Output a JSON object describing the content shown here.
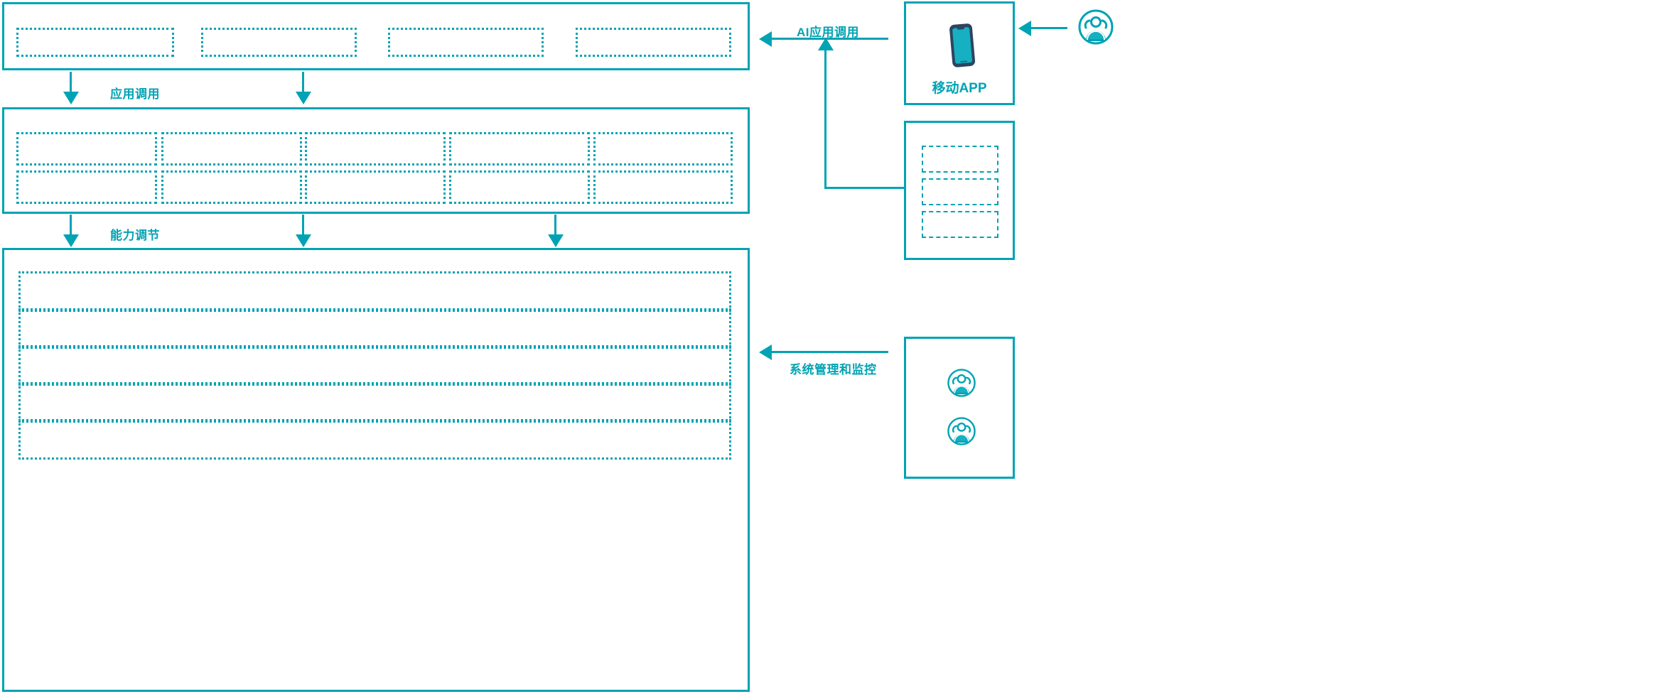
{
  "theme": {
    "accent": "#00a3b4",
    "phone_frame": "#2d4560",
    "phone_screen": "#16b0c2",
    "background": "#ffffff"
  },
  "flow_labels": {
    "app_call": "应用调用",
    "capability_adjust": "能力调节",
    "ai_app_call": "AI应用调用",
    "system_manage_monitor": "系统管理和监控"
  },
  "layers": {
    "application_layer": {
      "name": "application-layer",
      "boxes": [
        {
          "label": ""
        },
        {
          "label": ""
        },
        {
          "label": ""
        },
        {
          "label": ""
        }
      ]
    },
    "capability_layer": {
      "name": "capability-layer",
      "columns": [
        {
          "top": {
            "label": ""
          },
          "bottom": {
            "label": ""
          }
        },
        {
          "top": {
            "label": ""
          },
          "bottom": {
            "label": ""
          }
        },
        {
          "top": {
            "label": ""
          },
          "bottom": {
            "label": ""
          }
        },
        {
          "top": {
            "label": ""
          },
          "bottom": {
            "label": ""
          }
        },
        {
          "top": {
            "label": ""
          },
          "bottom": {
            "label": ""
          }
        }
      ]
    },
    "platform_layer": {
      "name": "platform-layer",
      "rows": [
        {
          "label": ""
        },
        {
          "label": ""
        },
        {
          "label": ""
        },
        {
          "label": ""
        },
        {
          "label": ""
        }
      ]
    }
  },
  "side_panels": {
    "mobile_app": {
      "caption": "移动APP",
      "icon": "smartphone-icon"
    },
    "channel_panel": {
      "caption": "",
      "items": [
        {
          "label": ""
        },
        {
          "label": ""
        },
        {
          "label": ""
        }
      ]
    },
    "admin_panel": {
      "caption": "",
      "items": [
        {
          "icon": "users-group-icon",
          "label": ""
        },
        {
          "icon": "users-group-icon",
          "label": ""
        }
      ]
    },
    "end_user": {
      "icon": "users-group-icon",
      "label": ""
    }
  }
}
